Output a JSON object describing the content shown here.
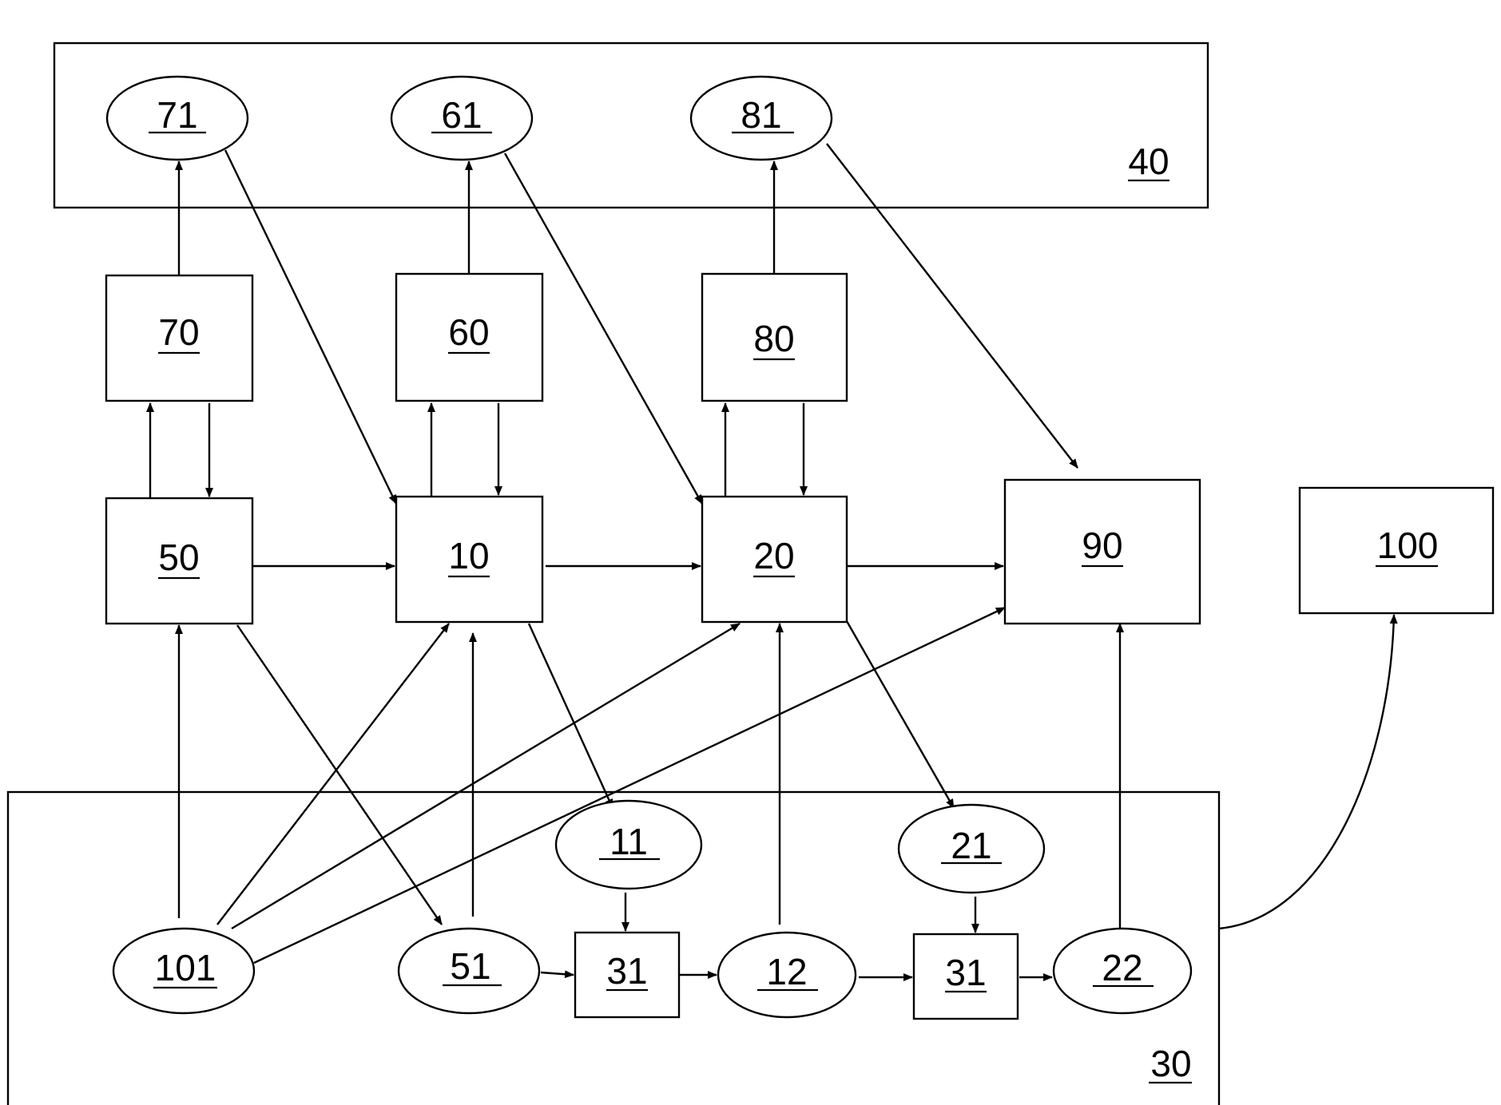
{
  "diagram": {
    "groups": [
      {
        "id": "g40",
        "label": "40"
      },
      {
        "id": "g30",
        "label": "30"
      }
    ],
    "nodes": [
      {
        "id": "n71",
        "label": "71",
        "shape": "ellipse"
      },
      {
        "id": "n61",
        "label": "61",
        "shape": "ellipse"
      },
      {
        "id": "n81",
        "label": "81",
        "shape": "ellipse"
      },
      {
        "id": "n70",
        "label": "70",
        "shape": "rect"
      },
      {
        "id": "n60",
        "label": "60",
        "shape": "rect"
      },
      {
        "id": "n80",
        "label": "80",
        "shape": "rect"
      },
      {
        "id": "n50",
        "label": "50",
        "shape": "rect"
      },
      {
        "id": "n10",
        "label": "10",
        "shape": "rect"
      },
      {
        "id": "n20",
        "label": "20",
        "shape": "rect"
      },
      {
        "id": "n90",
        "label": "90",
        "shape": "rect"
      },
      {
        "id": "n100",
        "label": "100",
        "shape": "rect"
      },
      {
        "id": "n11",
        "label": "11",
        "shape": "ellipse"
      },
      {
        "id": "n21",
        "label": "21",
        "shape": "ellipse"
      },
      {
        "id": "n101",
        "label": "101",
        "shape": "ellipse"
      },
      {
        "id": "n51",
        "label": "51",
        "shape": "ellipse"
      },
      {
        "id": "n31a",
        "label": "31",
        "shape": "rect"
      },
      {
        "id": "n12",
        "label": "12",
        "shape": "ellipse"
      },
      {
        "id": "n31b",
        "label": "31",
        "shape": "rect"
      },
      {
        "id": "n22",
        "label": "22",
        "shape": "ellipse"
      }
    ],
    "edges": [
      {
        "from": "n70",
        "to": "n71"
      },
      {
        "from": "n60",
        "to": "n61"
      },
      {
        "from": "n80",
        "to": "n81"
      },
      {
        "from": "n71",
        "to": "n10"
      },
      {
        "from": "n61",
        "to": "n20"
      },
      {
        "from": "n81",
        "to": "n90"
      },
      {
        "from": "n50",
        "to": "n70"
      },
      {
        "from": "n70",
        "to": "n50"
      },
      {
        "from": "n10",
        "to": "n60"
      },
      {
        "from": "n60",
        "to": "n10"
      },
      {
        "from": "n20",
        "to": "n80"
      },
      {
        "from": "n80",
        "to": "n20"
      },
      {
        "from": "n50",
        "to": "n10"
      },
      {
        "from": "n10",
        "to": "n20"
      },
      {
        "from": "n20",
        "to": "n90"
      },
      {
        "from": "n101",
        "to": "n50"
      },
      {
        "from": "n101",
        "to": "n10"
      },
      {
        "from": "n101",
        "to": "n20"
      },
      {
        "from": "n101",
        "to": "n90"
      },
      {
        "from": "n50",
        "to": "n51"
      },
      {
        "from": "n51",
        "to": "n10"
      },
      {
        "from": "n10",
        "to": "n11"
      },
      {
        "from": "n20",
        "to": "n21"
      },
      {
        "from": "n12",
        "to": "n20"
      },
      {
        "from": "n22",
        "to": "n90"
      },
      {
        "from": "n11",
        "to": "n31a"
      },
      {
        "from": "n21",
        "to": "n31b"
      },
      {
        "from": "n51",
        "to": "n31a"
      },
      {
        "from": "n31a",
        "to": "n12"
      },
      {
        "from": "n12",
        "to": "n31b"
      },
      {
        "from": "n31b",
        "to": "n22"
      },
      {
        "from": "g30",
        "to": "n100"
      }
    ]
  }
}
